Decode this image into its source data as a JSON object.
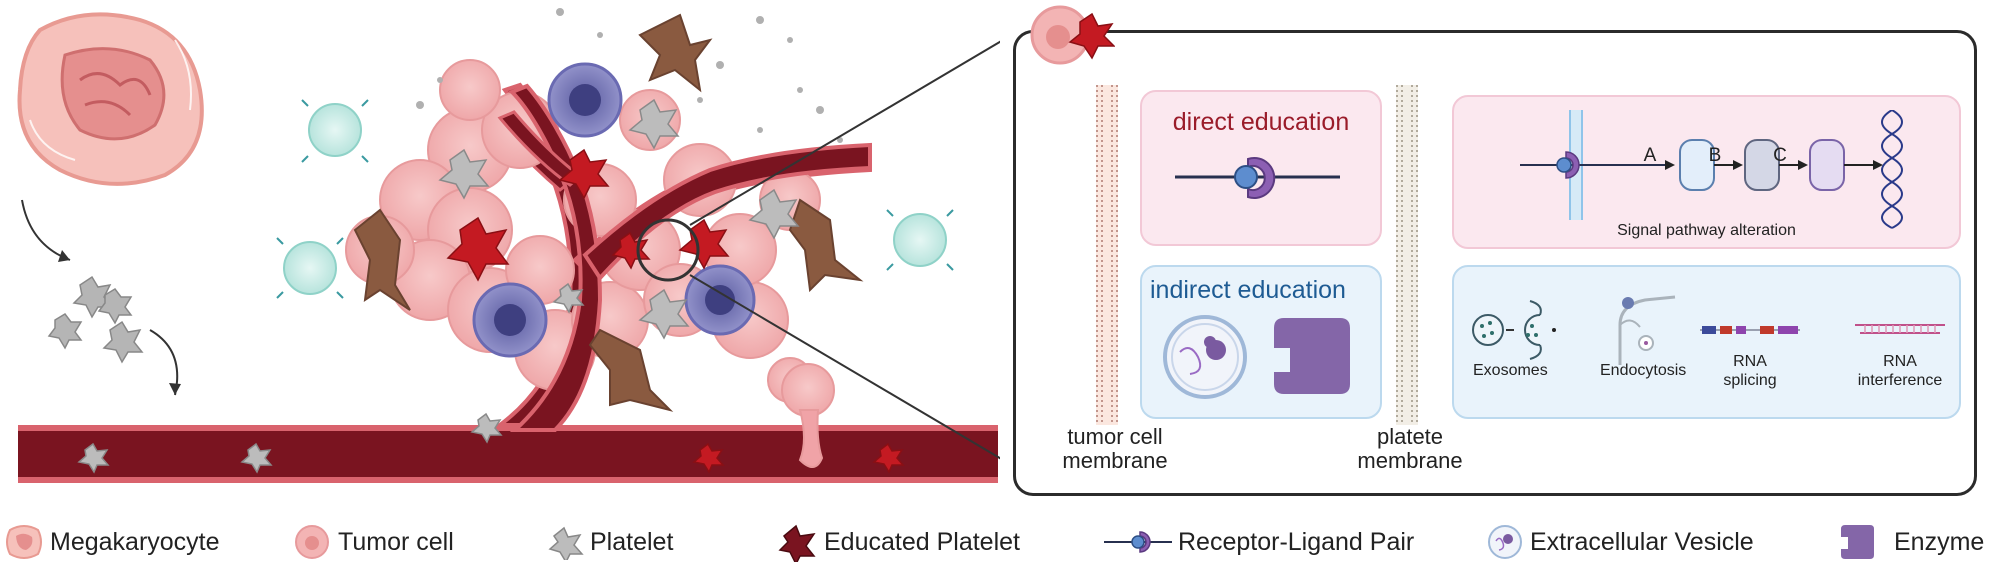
{
  "panel": {
    "direct_title": "direct education",
    "indirect_title": "indirect education",
    "tumor_membrane": [
      "tumor cell",
      "membrane"
    ],
    "platelet_membrane": [
      "platete",
      "membrane"
    ],
    "signal_label": "Signal pathway alteration",
    "nodes": [
      "A",
      "B",
      "C"
    ],
    "mechanisms": {
      "exosomes": "Exosomes",
      "endocytosis": "Endocytosis",
      "rna_splicing": [
        "RNA",
        "splicing"
      ],
      "rna_interference": [
        "RNA",
        "interference"
      ]
    }
  },
  "legend": [
    {
      "key": "megakaryocyte",
      "label": "Megakaryocyte"
    },
    {
      "key": "tumor_cell",
      "label": "Tumor cell"
    },
    {
      "key": "platelet",
      "label": "Platelet"
    },
    {
      "key": "educated_platelet",
      "label": "Educated Platelet"
    },
    {
      "key": "receptor_ligand",
      "label": "Receptor-Ligand Pair"
    },
    {
      "key": "extracellular_vesicle",
      "label": "Extracellular Vesicle"
    },
    {
      "key": "enzyme",
      "label": "Enzyme"
    }
  ],
  "colors": {
    "vessel": "#7a1420",
    "vessel_edge": "#d9636d",
    "tumor": "#f3b4b4",
    "platelet": "#b9b9b9",
    "educated_platelet": "#c41a22",
    "dc_purple": "#7e7ec0",
    "fibroblast": "#8a5a40",
    "lymphocyte": "#bfe8e2",
    "enzyme": "#8466a8",
    "panel_pink": "#fbe8ef",
    "panel_blue": "#e9f3fb"
  }
}
